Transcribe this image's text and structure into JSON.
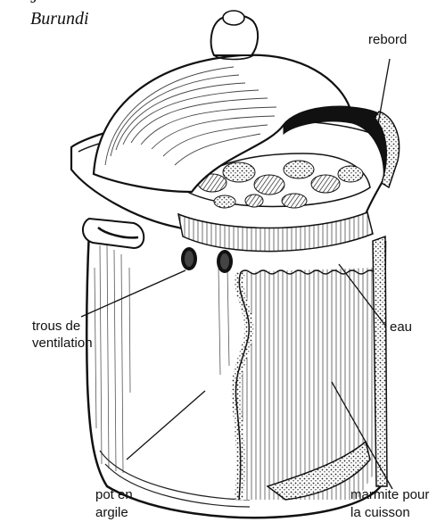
{
  "caption": {
    "top_fragment": "J",
    "place": "Burundi"
  },
  "labels": {
    "rim": "rebord",
    "vent_line1": "trous de",
    "vent_line2": "ventilation",
    "water": "eau",
    "clay_line1": "pot en",
    "clay_line2": "argile",
    "inner_line1": "marmite pour",
    "inner_line2": "la cuisson"
  }
}
